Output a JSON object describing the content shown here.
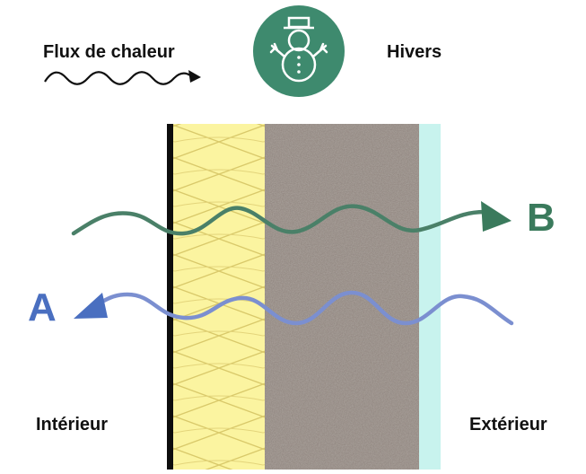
{
  "legend": {
    "heat_flow_label": "Flux de chaleur"
  },
  "season": {
    "label": "Hivers",
    "icon": "snowman-icon",
    "badge_color": "#3e8a6e"
  },
  "sides": {
    "interior": "Intérieur",
    "exterior": "Extérieur"
  },
  "arrows": {
    "a": {
      "label": "A",
      "color": "#4a6fc0",
      "line_color": "#7b8fd0"
    },
    "b": {
      "label": "B",
      "color": "#3a7a5c",
      "line_color": "#4a8068"
    }
  },
  "layers": {
    "membrane": "#0d0d0d",
    "insulation": "#fbf4a0",
    "concrete": "#958b85",
    "render": "#c8f3ee"
  }
}
